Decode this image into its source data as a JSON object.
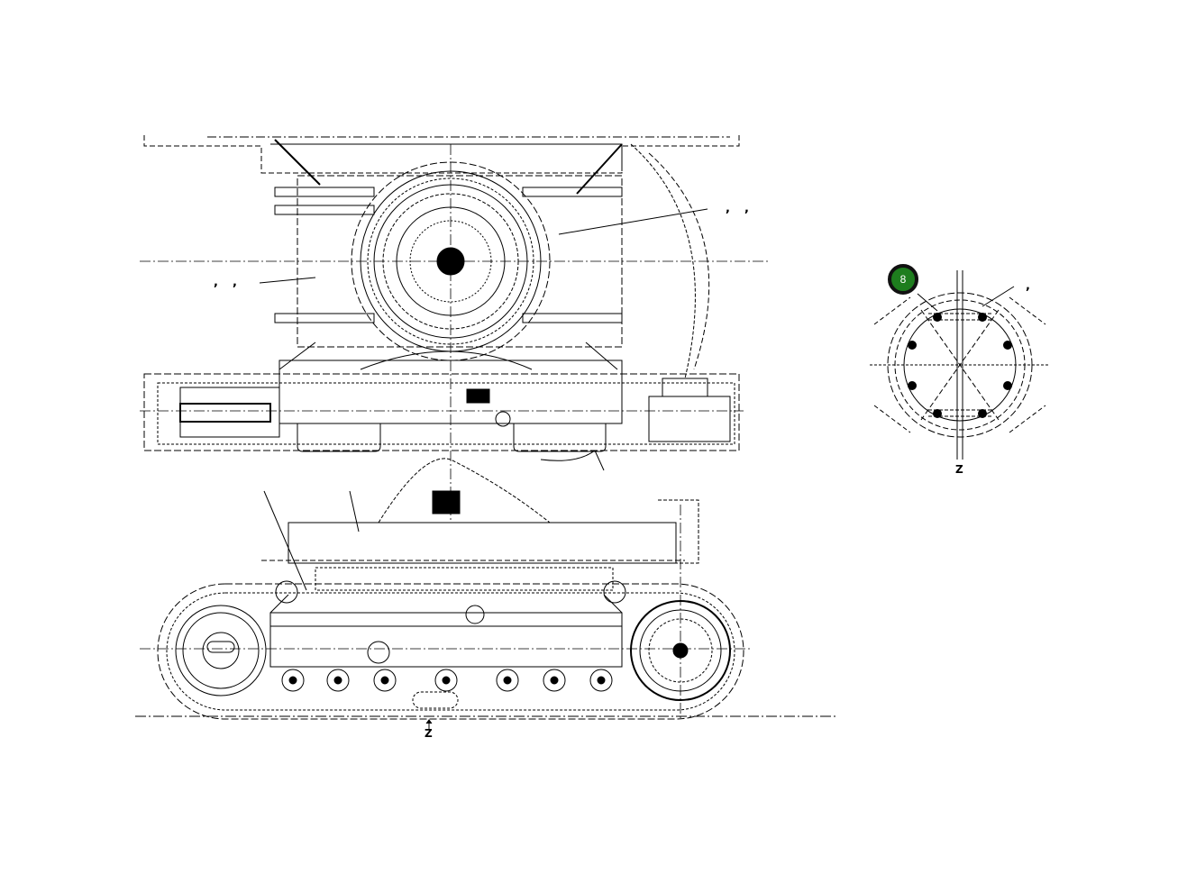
{
  "diagram": {
    "title": "Undercarriage / swing circle assembly drawing",
    "views": [
      {
        "name": "top-view",
        "description": "plan view of lower frame with swing circle"
      },
      {
        "name": "side-view",
        "description": "side elevation with track, rollers, idler and sprocket"
      },
      {
        "name": "detail-view-z",
        "description": "view Z of swing bearing bolt pattern"
      }
    ],
    "view_labels": {
      "side_view_z": "Z",
      "detail_view_z": "Z"
    },
    "callouts": [
      {
        "number": "8",
        "color": "#1e7d1e",
        "border": "#111111"
      }
    ],
    "separators": {
      "top_left": [
        ",",
        ","
      ],
      "top_right": [
        ",",
        ","
      ],
      "detail_right": ","
    }
  }
}
